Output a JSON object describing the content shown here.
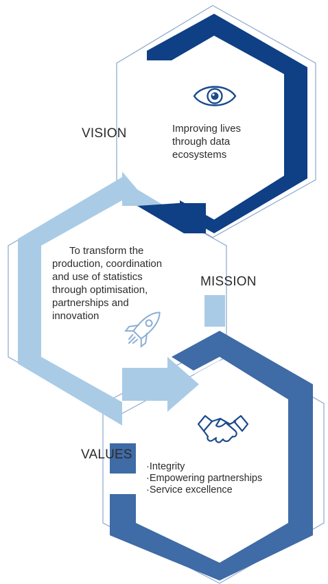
{
  "vision": {
    "title": "VISION",
    "lines": [
      "Improving lives",
      "through data",
      "ecosystems"
    ]
  },
  "mission": {
    "title": "MISSION",
    "lines": [
      "To transform the",
      "production, coordination",
      "and use of statistics",
      "through optimisation,",
      "partnerships and",
      "innovation"
    ]
  },
  "values": {
    "title": "VALUES",
    "items": [
      "·Integrity",
      "·Empowering partnerships",
      "·Service excellence"
    ]
  },
  "colors": {
    "vision_band": "#0f3f85",
    "mission_band": "#a9cbe6",
    "values_band": "#3f6ba6",
    "outline": "#7f9fc4",
    "icon": "#1a4a8c",
    "text": "#2b2b2b"
  },
  "icons": {
    "vision": "eye-icon",
    "mission": "rocket-icon",
    "values": "handshake-icon"
  }
}
